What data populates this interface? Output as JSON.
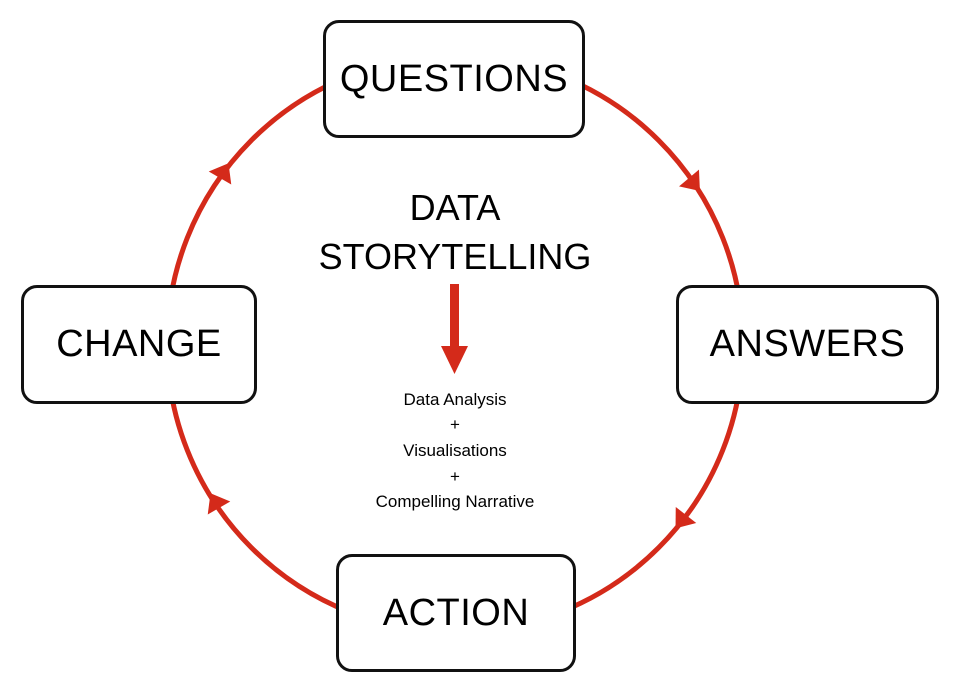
{
  "diagram": {
    "nodes": {
      "questions": "QUESTIONS",
      "answers": "ANSWERS",
      "action": "ACTION",
      "change": "CHANGE"
    },
    "center": {
      "title_line_1": "DATA",
      "title_line_2": "STORYTELLING",
      "components": [
        "Data Analysis",
        "Visualisations",
        "Compelling Narrative"
      ],
      "separator": "+"
    },
    "colors": {
      "cycle_arrow": "#d42a1a",
      "box_border": "#111111",
      "text": "#000000"
    },
    "flow": [
      "QUESTIONS",
      "ANSWERS",
      "ACTION",
      "CHANGE",
      "QUESTIONS"
    ]
  }
}
